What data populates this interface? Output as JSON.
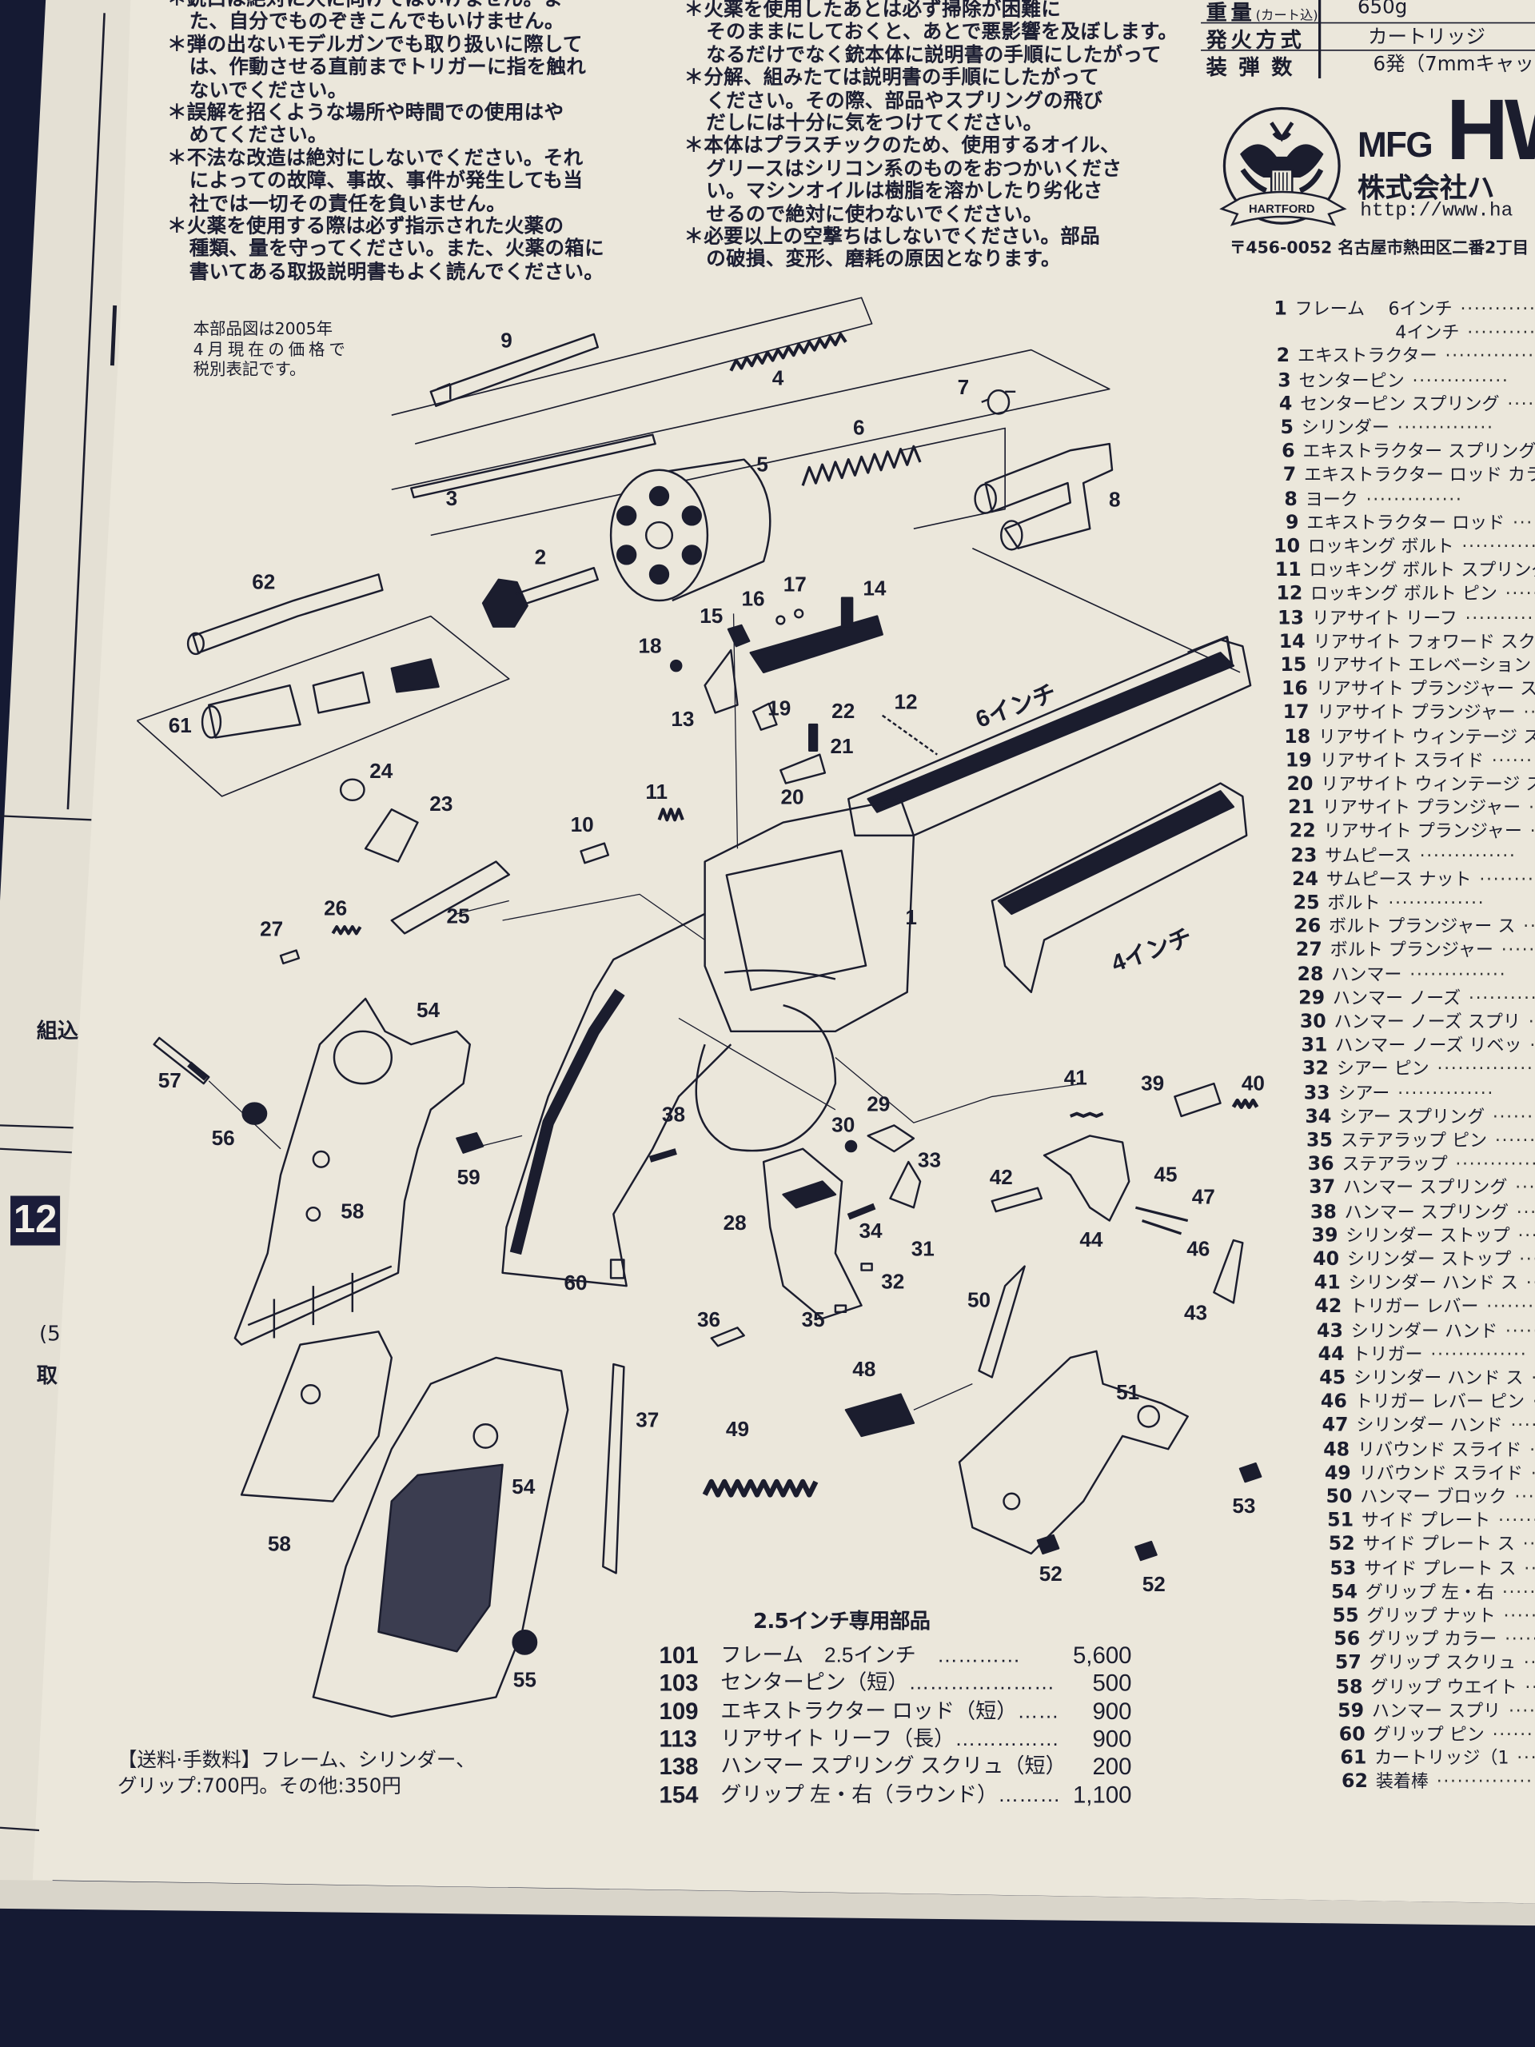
{
  "warnings_left": [
    "＊銃口は絶対に人に向けてはいけません。ま",
    "た、自分でものぞきこんでもいけません。",
    "＊弾の出ないモデルガンでも取り扱いに際して",
    "は、作動させる直前までトリガーに指を触れ",
    "ないでください。",
    "＊誤解を招くような場所や時間での使用はや",
    "めてください。",
    "＊不法な改造は絶対にしないでください。それ",
    "によっての故障、事故、事件が発生しても当",
    "社では一切その責任を負いません。",
    "＊火薬を使用する際は必ず指示された火薬の",
    "種類、量を守ってください。また、火薬の箱に",
    "書いてある取扱説明書もよく読んでください。"
  ],
  "warnings_right": [
    "＊火薬を使用したあとは必ず掃除が困難に",
    "そのままにしておくと、あとで悪影響を及ぼします。",
    "なるだけでなく銃本体に説明書の手順にしたがって",
    "＊分解、組みたては説明書の手順にしたがって",
    "ください。その際、部品やスプリングの飛び",
    "だしには十分に気をつけてください。",
    "＊本体はプラスチックのため、使用するオイル、",
    "グリースはシリコン系のものをおつかいくださ",
    "い。マシンオイルは樹脂を溶かしたり劣化さ",
    "せるので絶対に使わないでください。",
    "＊必要以上の空撃ちはしないでください。部品",
    "の破損、変形、磨耗の原因となります。"
  ],
  "specs": [
    {
      "label": "重量",
      "label_note": "(カート込)",
      "value": "650g"
    },
    {
      "label": "発火方式",
      "label_note": "",
      "value": "カートリッジ"
    },
    {
      "label": "装弾数",
      "label_note": "",
      "value": "6発（7mmキャッ"
    }
  ],
  "brand": {
    "logo_text": "HARTFORD",
    "mfg": "MFG",
    "hw": "HW",
    "company": "株式会社ハ",
    "url": "http://www.ha",
    "address": "〒456-0052 名古屋市熱田区二番2丁目"
  },
  "price_note": [
    "本部品図は2005年",
    "4月現在の価格で",
    "税別表記です。"
  ],
  "parts": [
    {
      "no": "1",
      "name": "フレーム",
      "sub": "6インチ"
    },
    {
      "no": "",
      "name": "",
      "sub": "4インチ"
    },
    {
      "no": "2",
      "name": "エキストラクター"
    },
    {
      "no": "3",
      "name": "センターピン"
    },
    {
      "no": "4",
      "name": "センターピン スプリング"
    },
    {
      "no": "5",
      "name": "シリンダー"
    },
    {
      "no": "6",
      "name": "エキストラクター スプリング"
    },
    {
      "no": "7",
      "name": "エキストラクター ロッド カラー"
    },
    {
      "no": "8",
      "name": "ヨーク"
    },
    {
      "no": "9",
      "name": "エキストラクター ロッド"
    },
    {
      "no": "10",
      "name": "ロッキング ボルト"
    },
    {
      "no": "11",
      "name": "ロッキング ボルト スプリング"
    },
    {
      "no": "12",
      "name": "ロッキング ボルト ピン"
    },
    {
      "no": "13",
      "name": "リアサイト リーフ"
    },
    {
      "no": "14",
      "name": "リアサイト フォワード スクリュ"
    },
    {
      "no": "15",
      "name": "リアサイト エレベーション"
    },
    {
      "no": "16",
      "name": "リアサイト プランジャー ス"
    },
    {
      "no": "17",
      "name": "リアサイト プランジャー"
    },
    {
      "no": "18",
      "name": "リアサイト ウィンテージ ス"
    },
    {
      "no": "19",
      "name": "リアサイト スライド"
    },
    {
      "no": "20",
      "name": "リアサイト ウィンテージ ス"
    },
    {
      "no": "21",
      "name": "リアサイト プランジャー"
    },
    {
      "no": "22",
      "name": "リアサイト プランジャー"
    },
    {
      "no": "23",
      "name": "サムピース"
    },
    {
      "no": "24",
      "name": "サムピース ナット"
    },
    {
      "no": "25",
      "name": "ボルト"
    },
    {
      "no": "26",
      "name": "ボルト プランジャー ス"
    },
    {
      "no": "27",
      "name": "ボルト プランジャー"
    },
    {
      "no": "28",
      "name": "ハンマー"
    },
    {
      "no": "29",
      "name": "ハンマー ノーズ"
    },
    {
      "no": "30",
      "name": "ハンマー ノーズ スプリ"
    },
    {
      "no": "31",
      "name": "ハンマー ノーズ リベッ"
    },
    {
      "no": "32",
      "name": "シアー ピン"
    },
    {
      "no": "33",
      "name": "シアー"
    },
    {
      "no": "34",
      "name": "シアー スプリング"
    },
    {
      "no": "35",
      "name": "ステアラップ ピン"
    },
    {
      "no": "36",
      "name": "ステアラップ"
    },
    {
      "no": "37",
      "name": "ハンマー スプリング"
    },
    {
      "no": "38",
      "name": "ハンマー スプリング"
    },
    {
      "no": "39",
      "name": "シリンダー ストップ"
    },
    {
      "no": "40",
      "name": "シリンダー ストップ"
    },
    {
      "no": "41",
      "name": "シリンダー ハンド ス"
    },
    {
      "no": "42",
      "name": "トリガー レバー"
    },
    {
      "no": "43",
      "name": "シリンダー ハンド"
    },
    {
      "no": "44",
      "name": "トリガー"
    },
    {
      "no": "45",
      "name": "シリンダー ハンド ス"
    },
    {
      "no": "46",
      "name": "トリガー レバー ピン"
    },
    {
      "no": "47",
      "name": "シリンダー ハンド"
    },
    {
      "no": "48",
      "name": "リバウンド スライド"
    },
    {
      "no": "49",
      "name": "リバウンド スライド"
    },
    {
      "no": "50",
      "name": "ハンマー ブロック"
    },
    {
      "no": "51",
      "name": "サイド プレート"
    },
    {
      "no": "52",
      "name": "サイド プレート ス"
    },
    {
      "no": "53",
      "name": "サイド プレート ス"
    },
    {
      "no": "54",
      "name": "グリップ 左・右"
    },
    {
      "no": "55",
      "name": "グリップ ナット"
    },
    {
      "no": "56",
      "name": "グリップ カラー"
    },
    {
      "no": "57",
      "name": "グリップ スクリュ"
    },
    {
      "no": "58",
      "name": "グリップ ウエイト"
    },
    {
      "no": "59",
      "name": "ハンマー スプリ"
    },
    {
      "no": "60",
      "name": "グリップ ピン"
    },
    {
      "no": "61",
      "name": "カートリッジ（1"
    },
    {
      "no": "62",
      "name": "装着棒"
    }
  ],
  "parts_25": {
    "title": "2.5インチ専用部品",
    "rows": [
      {
        "no": "101",
        "name": "フレーム　2.5インチ　…………",
        "price": "5,600"
      },
      {
        "no": "103",
        "name": "センターピン（短）…………………",
        "price": "500"
      },
      {
        "no": "109",
        "name": "エキストラクター ロッド（短）……",
        "price": "900"
      },
      {
        "no": "113",
        "name": "リアサイト リーフ（長）……………",
        "price": "900"
      },
      {
        "no": "138",
        "name": "ハンマー スプリング スクリュ（短）",
        "price": "200"
      },
      {
        "no": "154",
        "name": "グリップ 左・右（ラウンド）………",
        "price": "1,100"
      }
    ]
  },
  "shipping": [
    "【送料·手数料】フレーム、シリンダー、",
    "グリップ:700円。その他:350円"
  ],
  "diagram": {
    "callouts": [
      "9",
      "4",
      "7",
      "6",
      "5",
      "3",
      "8",
      "2",
      "62",
      "17",
      "16",
      "15",
      "14",
      "18",
      "13",
      "19",
      "22",
      "12",
      "21",
      "20",
      "61",
      "24",
      "23",
      "11",
      "10",
      "26",
      "25",
      "27",
      "1",
      "54",
      "57",
      "56",
      "58",
      "59",
      "38",
      "29",
      "30",
      "33",
      "41",
      "39",
      "40",
      "42",
      "45",
      "47",
      "28",
      "34",
      "31",
      "44",
      "46",
      "32",
      "43",
      "60",
      "36",
      "35",
      "50",
      "48",
      "51",
      "37",
      "49",
      "54",
      "58",
      "53",
      "52",
      "52",
      "55"
    ],
    "barrel_6": "6インチ",
    "barrel_4": "4インチ"
  },
  "underlying_page": {
    "label_1": "組込",
    "badge": "12",
    "label_2": "(5",
    "label_3": "取"
  },
  "colors": {
    "paper": "#ebe7db",
    "ink": "#1b1d2e",
    "background": "#151a33"
  }
}
